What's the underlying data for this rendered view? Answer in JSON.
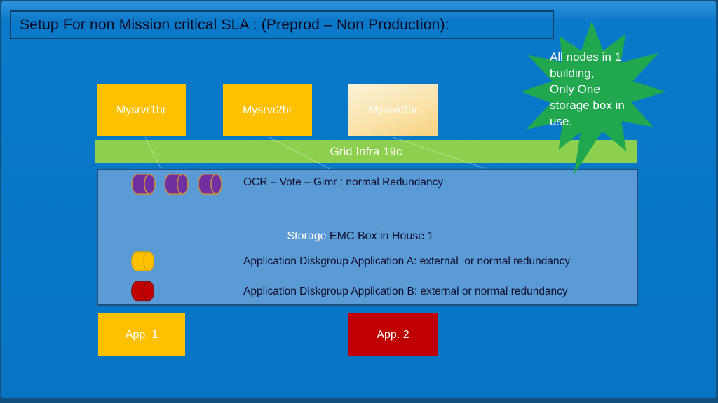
{
  "title": "Setup For non Mission critical SLA : (Preprod – Non Production):",
  "servers": [
    {
      "label": "Mysrvr1hr"
    },
    {
      "label": "Mysrvr2hr"
    },
    {
      "label": "Mysrvr3hr"
    }
  ],
  "grid_bar": {
    "label": "Grid Infra 19c"
  },
  "storage": {
    "ocr_line": "OCR – Vote – Gimr : normal Redundancy",
    "title_white": "Storage ",
    "title_dark": " EMC Box in  House 1",
    "diskgroup_a": "Application Diskgroup Application A: external  or normal redundancy",
    "diskgroup_b": "Application Diskgroup Application B: external or normal redundancy"
  },
  "apps": [
    {
      "label": "App. 1"
    },
    {
      "label": "App. 2"
    }
  ],
  "callout": {
    "lines": [
      "All nodes in 1",
      "building,",
      "Only One",
      "storage box in",
      "use."
    ]
  },
  "colors": {
    "background_blue": "#0B79C9",
    "border_navy": "#14507D",
    "server_gold": "#FFC000",
    "server_faded_top": "#FCF3D8",
    "server_faded_bottom": "#F8D27E",
    "grid_green": "#8DCF4E",
    "storage_blue": "#5B9BD5",
    "app1_gold": "#FFC000",
    "app2_red": "#C00000",
    "callout_green": "#21A74E",
    "cylinder_purple": "#7030A0",
    "cylinder_yellow": "#FFC000",
    "cylinder_red": "#C00000"
  }
}
